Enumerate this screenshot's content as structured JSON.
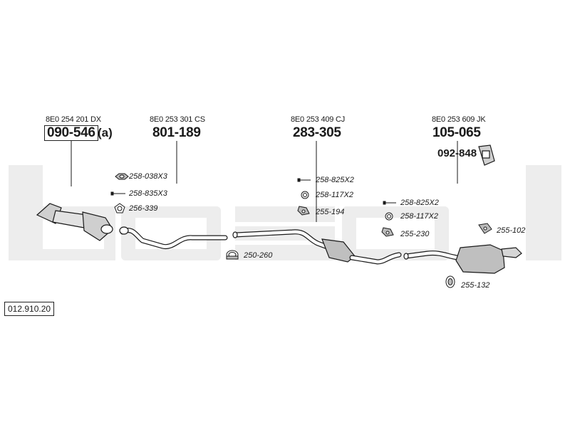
{
  "colors": {
    "watermark": "#ededed",
    "ink": "#1a1a1a",
    "part_fill": "#bfbfbf"
  },
  "groups": [
    {
      "oem": "8E0 254 201 DX",
      "part": "090-546",
      "suffix": "(a)"
    },
    {
      "oem": "8E0 253 301 CS",
      "part": "801-189"
    },
    {
      "oem": "8E0 253 409 CJ",
      "part": "283-305"
    },
    {
      "oem": "8E0 253 609 JK",
      "part": "105-065",
      "sub_part": "092-848"
    }
  ],
  "fittings": [
    {
      "code": "258-038X3",
      "icon": "nut-icon"
    },
    {
      "code": "258-835X3",
      "icon": "bolt-icon"
    },
    {
      "code": "256-339",
      "icon": "gasket-ring-icon"
    },
    {
      "code": "250-260",
      "icon": "clamp-icon"
    },
    {
      "code": "258-825X2",
      "icon": "bolt-icon"
    },
    {
      "code": "258-117X2",
      "icon": "gasket-ring-icon"
    },
    {
      "code": "255-194",
      "icon": "hanger-bracket-icon"
    },
    {
      "code": "258-825X2",
      "icon": "bolt-icon"
    },
    {
      "code": "258-117X2",
      "icon": "gasket-ring-icon"
    },
    {
      "code": "255-230",
      "icon": "hanger-bracket-icon"
    },
    {
      "code": "255-102",
      "icon": "hanger-bracket-icon"
    },
    {
      "code": "255-132",
      "icon": "rubber-mount-icon"
    }
  ],
  "catalog_number": "012.910.20"
}
